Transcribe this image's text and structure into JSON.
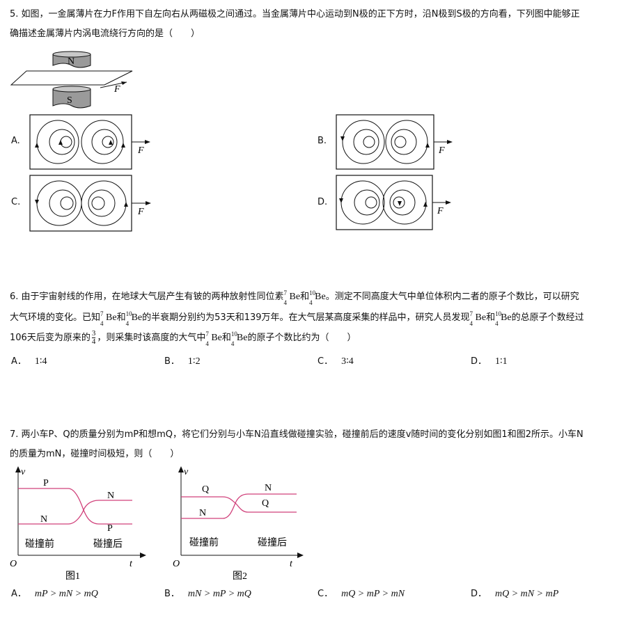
{
  "q5": {
    "line1": "5. 如图，一金属薄片在力F作用下自左向右从两磁极之间通过。当金属薄片中心运动到N极的正下方时，沿N极到S极的方向看，下列图中能够正",
    "line2": "确描述金属薄片内涡电流绕行方向的是（　　）",
    "setup": {
      "pole_top": "N",
      "pole_bottom": "S",
      "force": "F"
    },
    "options": [
      {
        "label": "A.",
        "force": "F"
      },
      {
        "label": "B.",
        "force": "F"
      },
      {
        "label": "C.",
        "force": "F"
      },
      {
        "label": "D.",
        "force": "F"
      }
    ]
  },
  "q6": {
    "l1a": "6. 由于宇宙射线的作用，在地球大气层产生有铍的两种放射性同位素",
    "l1b": "和",
    "l1c": "。测定不同高度大气中单位体积内二者的原子个数比，可以研究",
    "l2a": "大气环境的变化。已知",
    "l2b": "和",
    "l2c": "的半衰期分别约为53天和139万年。在大气层某高度采集的样品中，研究人员发现",
    "l2d": "和",
    "l2e": "的总原子个数经过",
    "l3a": "106天后变为原来的",
    "l3b": "，则采集时该高度的大气中",
    "l3c": "和",
    "l3d": "的原子个数比约为（　　）",
    "be7": {
      "mass": "7",
      "z": "4",
      "sym": "Be"
    },
    "be10": {
      "mass": "10",
      "z": "4",
      "sym": "Be"
    },
    "fraction": {
      "num": "3",
      "den": "4"
    },
    "options": [
      {
        "label": "A．",
        "value": "1∶4"
      },
      {
        "label": "B．",
        "value": "1∶2"
      },
      {
        "label": "C．",
        "value": "3∶4"
      },
      {
        "label": "D．",
        "value": "1∶1"
      }
    ]
  },
  "q7": {
    "line1": "7. 两小车P、Q的质量分别为mP和想mQ，将它们分别与小车N沿直线做碰撞实验，碰撞前后的速度v随时间的变化分别如图1和图2所示。小车N",
    "line2": "的质量为mN，碰撞时间极短，则（　　）",
    "fig1": {
      "yaxis": "v",
      "xaxis": "t",
      "origin": "O",
      "before": "碰撞前",
      "after": "碰撞后",
      "caption": "图1",
      "top_left": "P",
      "bottom_left": "N",
      "top_right": "N",
      "bottom_right": "P"
    },
    "fig2": {
      "yaxis": "v",
      "xaxis": "t",
      "origin": "O",
      "before": "碰撞前",
      "after": "碰撞后",
      "caption": "图2",
      "top_left": "Q",
      "bottom_left": "N",
      "top_right": "N",
      "bottom_right": "Q"
    },
    "options": [
      {
        "label": "A．",
        "value": "mP > mN > mQ"
      },
      {
        "label": "B．",
        "value": "mN > mP > mQ"
      },
      {
        "label": "C．",
        "value": "mQ > mP > mN"
      },
      {
        "label": "D．",
        "value": "mQ > mN > mP"
      }
    ]
  },
  "colors": {
    "curve": "#d0407a",
    "ink": "#111111",
    "magnet": "#9a9a9a"
  }
}
